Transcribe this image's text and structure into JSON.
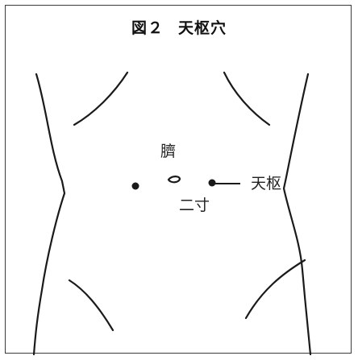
{
  "figure": {
    "number": "図２",
    "title": "天枢穴"
  },
  "labels": {
    "navel": "臍",
    "acupoint": "天枢",
    "distance": "二寸"
  },
  "colors": {
    "line": "#1a1a1a",
    "frame": "#3a3a3a",
    "background": "#ffffff"
  }
}
